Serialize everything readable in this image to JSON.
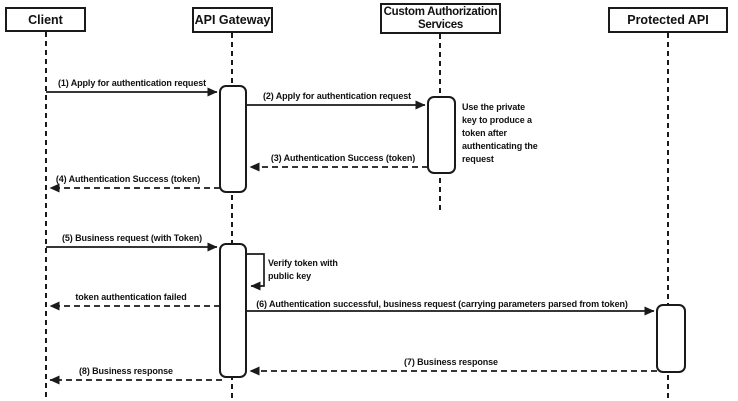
{
  "diagram": {
    "type": "sequence-diagram",
    "colors": {
      "line": "#1a1a1a",
      "background": "#ffffff",
      "shape_fill": "#ffffff",
      "text": "#111111"
    },
    "actors": [
      {
        "label": "Client"
      },
      {
        "label": "API Gateway"
      },
      {
        "label": "Custom Authorization Services"
      },
      {
        "label": "Protected API"
      }
    ],
    "messages": [
      {
        "label": "(1) Apply for authentication request",
        "from": "Client",
        "to": "API Gateway",
        "line": "solid"
      },
      {
        "label": "(2) Apply for authentication request",
        "from": "API Gateway",
        "to": "Custom Authorization Services",
        "line": "solid"
      },
      {
        "label": "(3) Authentication Success (token)",
        "from": "Custom Authorization Services",
        "to": "API Gateway",
        "line": "dashed"
      },
      {
        "label": "(4) Authentication Success (token)",
        "from": "API Gateway",
        "to": "Client",
        "line": "dashed"
      },
      {
        "label": "(5) Business request (with Token)",
        "from": "Client",
        "to": "API Gateway",
        "line": "solid"
      },
      {
        "label": "Verify token with public key",
        "from": "API Gateway",
        "to": "API Gateway",
        "line": "self"
      },
      {
        "label": "token authentication failed",
        "from": "API Gateway",
        "to": "Client",
        "line": "dashed"
      },
      {
        "label": "(6) Authentication successful, business request (carrying parameters parsed from token)",
        "from": "API Gateway",
        "to": "Protected API",
        "line": "solid"
      },
      {
        "label": "(7) Business response",
        "from": "Protected API",
        "to": "API Gateway",
        "line": "dashed"
      },
      {
        "label": "(8) Business response",
        "from": "API Gateway",
        "to": "Client",
        "line": "dashed"
      }
    ],
    "notes": [
      {
        "label": "Use the private key to produce a token after authenticating the request",
        "attached_to": "Custom Authorization Services"
      }
    ]
  }
}
